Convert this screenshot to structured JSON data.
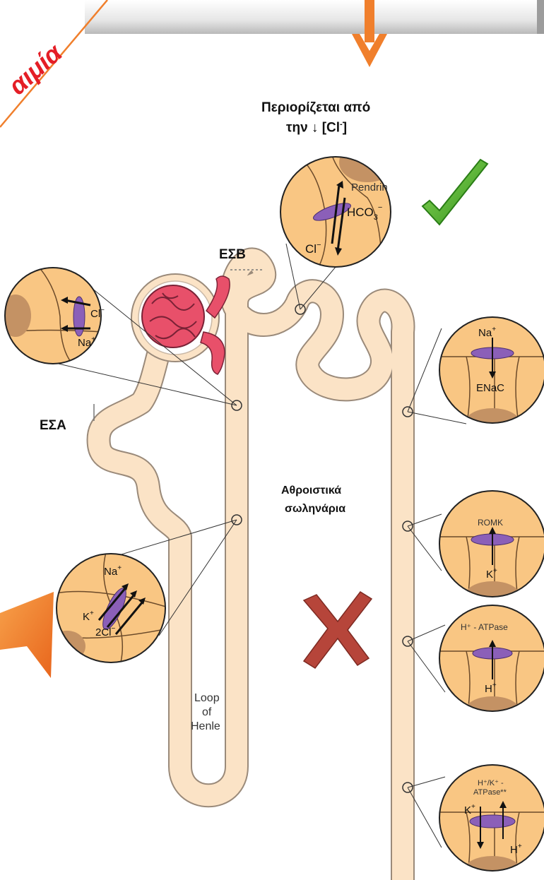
{
  "top_banner": {
    "corner_text": "αιμία"
  },
  "annotations": {
    "restriction_line1": "Περιορίζεται από",
    "restriction_line2": "την ↓ [Cl",
    "restriction_sup": "-",
    "restriction_end": "]",
    "esb": "ΕΣΒ",
    "esa": "ΕΣΑ",
    "collecting_line1": "Αθροιστικά",
    "collecting_line2": "σωληνάρια",
    "loop_line1": "Loop",
    "loop_line2": "of",
    "loop_line3": "Henle"
  },
  "insets": {
    "pendrin": {
      "name": "Pendrin",
      "ion_a": "HCO",
      "ion_a_sub": "3",
      "ion_a_sup": "−",
      "ion_b": "Cl",
      "ion_b_sup": "−"
    },
    "nacl": {
      "ion_a": "Cl",
      "ion_a_sup": "−",
      "ion_b": "Na",
      "ion_b_sup": "+"
    },
    "enac": {
      "ion": "Na",
      "ion_sup": "+",
      "name": "ENaC"
    },
    "nkcc": {
      "ion_a": "Na",
      "ion_a_sup": "+",
      "ion_b": "K",
      "ion_b_sup": "+",
      "ion_c": "2Cl",
      "ion_c_sup": "−"
    },
    "romk": {
      "name": "ROMK",
      "ion": "K",
      "ion_sup": "+"
    },
    "hatpase": {
      "name": "H⁺ - ATPase",
      "ion": "H",
      "ion_sup": "+"
    },
    "hkatpase": {
      "name_line1": "H⁺/K⁺ -",
      "name_line2": "ATPase**",
      "ion_a": "K",
      "ion_a_sup": "+",
      "ion_b": "H",
      "ion_b_sup": "+"
    }
  },
  "marks": {
    "check": "check-icon",
    "cross": "cross-icon",
    "arrow": "down-arrow-icon"
  },
  "colors": {
    "tubule_fill": "#fbe3c6",
    "tubule_stroke": "#9a8a7a",
    "cell_fill": "#f9c683",
    "cell_stroke": "#6b4a2a",
    "nucleus": "#c49264",
    "channel": "#8b5fb8",
    "glomerulus": "#e8506a",
    "accent_orange": "#f07f2c",
    "check_green": "#4cae2c",
    "cross_red": "#b6453a"
  }
}
